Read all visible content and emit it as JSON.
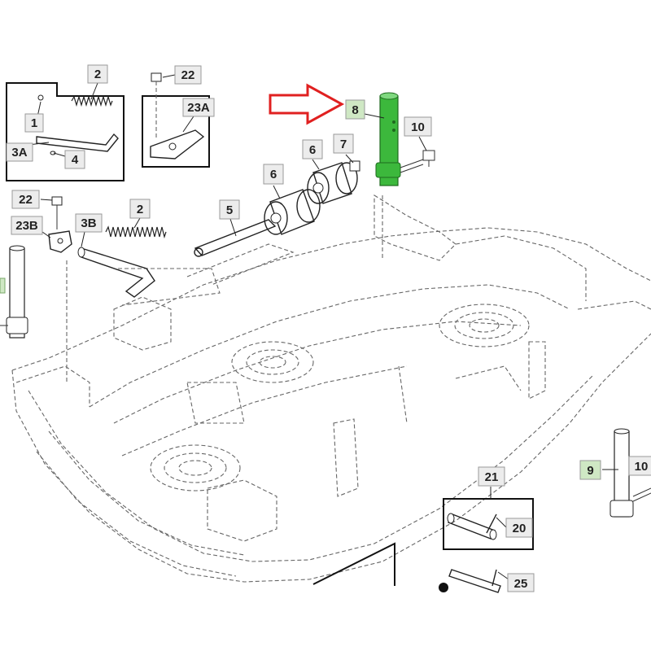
{
  "colors": {
    "highlight_fill": "#cfe8c4",
    "normal_fill": "#ececec",
    "part_green": "#3cb83c",
    "arrow_red": "#e02020"
  },
  "callouts": [
    {
      "id": "c2a",
      "label": "2",
      "highlighted": false
    },
    {
      "id": "c22a",
      "label": "22",
      "highlighted": false
    },
    {
      "id": "c23a",
      "label": "23A",
      "highlighted": false
    },
    {
      "id": "c1",
      "label": "1",
      "highlighted": false
    },
    {
      "id": "c3a",
      "label": "3A",
      "highlighted": false
    },
    {
      "id": "c4",
      "label": "4",
      "highlighted": false
    },
    {
      "id": "c8",
      "label": "8",
      "highlighted": true
    },
    {
      "id": "c10a",
      "label": "10",
      "highlighted": false
    },
    {
      "id": "c6a",
      "label": "6",
      "highlighted": false
    },
    {
      "id": "c7",
      "label": "7",
      "highlighted": false
    },
    {
      "id": "c6b",
      "label": "6",
      "highlighted": false
    },
    {
      "id": "c22b",
      "label": "22",
      "highlighted": false
    },
    {
      "id": "c23b",
      "label": "23B",
      "highlighted": false
    },
    {
      "id": "c3b",
      "label": "3B",
      "highlighted": false
    },
    {
      "id": "c2b",
      "label": "2",
      "highlighted": false
    },
    {
      "id": "c5",
      "label": "5",
      "highlighted": false
    },
    {
      "id": "c9",
      "label": "9",
      "highlighted": true
    },
    {
      "id": "c10b",
      "label": "10",
      "highlighted": false
    },
    {
      "id": "c21",
      "label": "21",
      "highlighted": false
    },
    {
      "id": "c20",
      "label": "20",
      "highlighted": false
    },
    {
      "id": "c25",
      "label": "25",
      "highlighted": false
    }
  ]
}
